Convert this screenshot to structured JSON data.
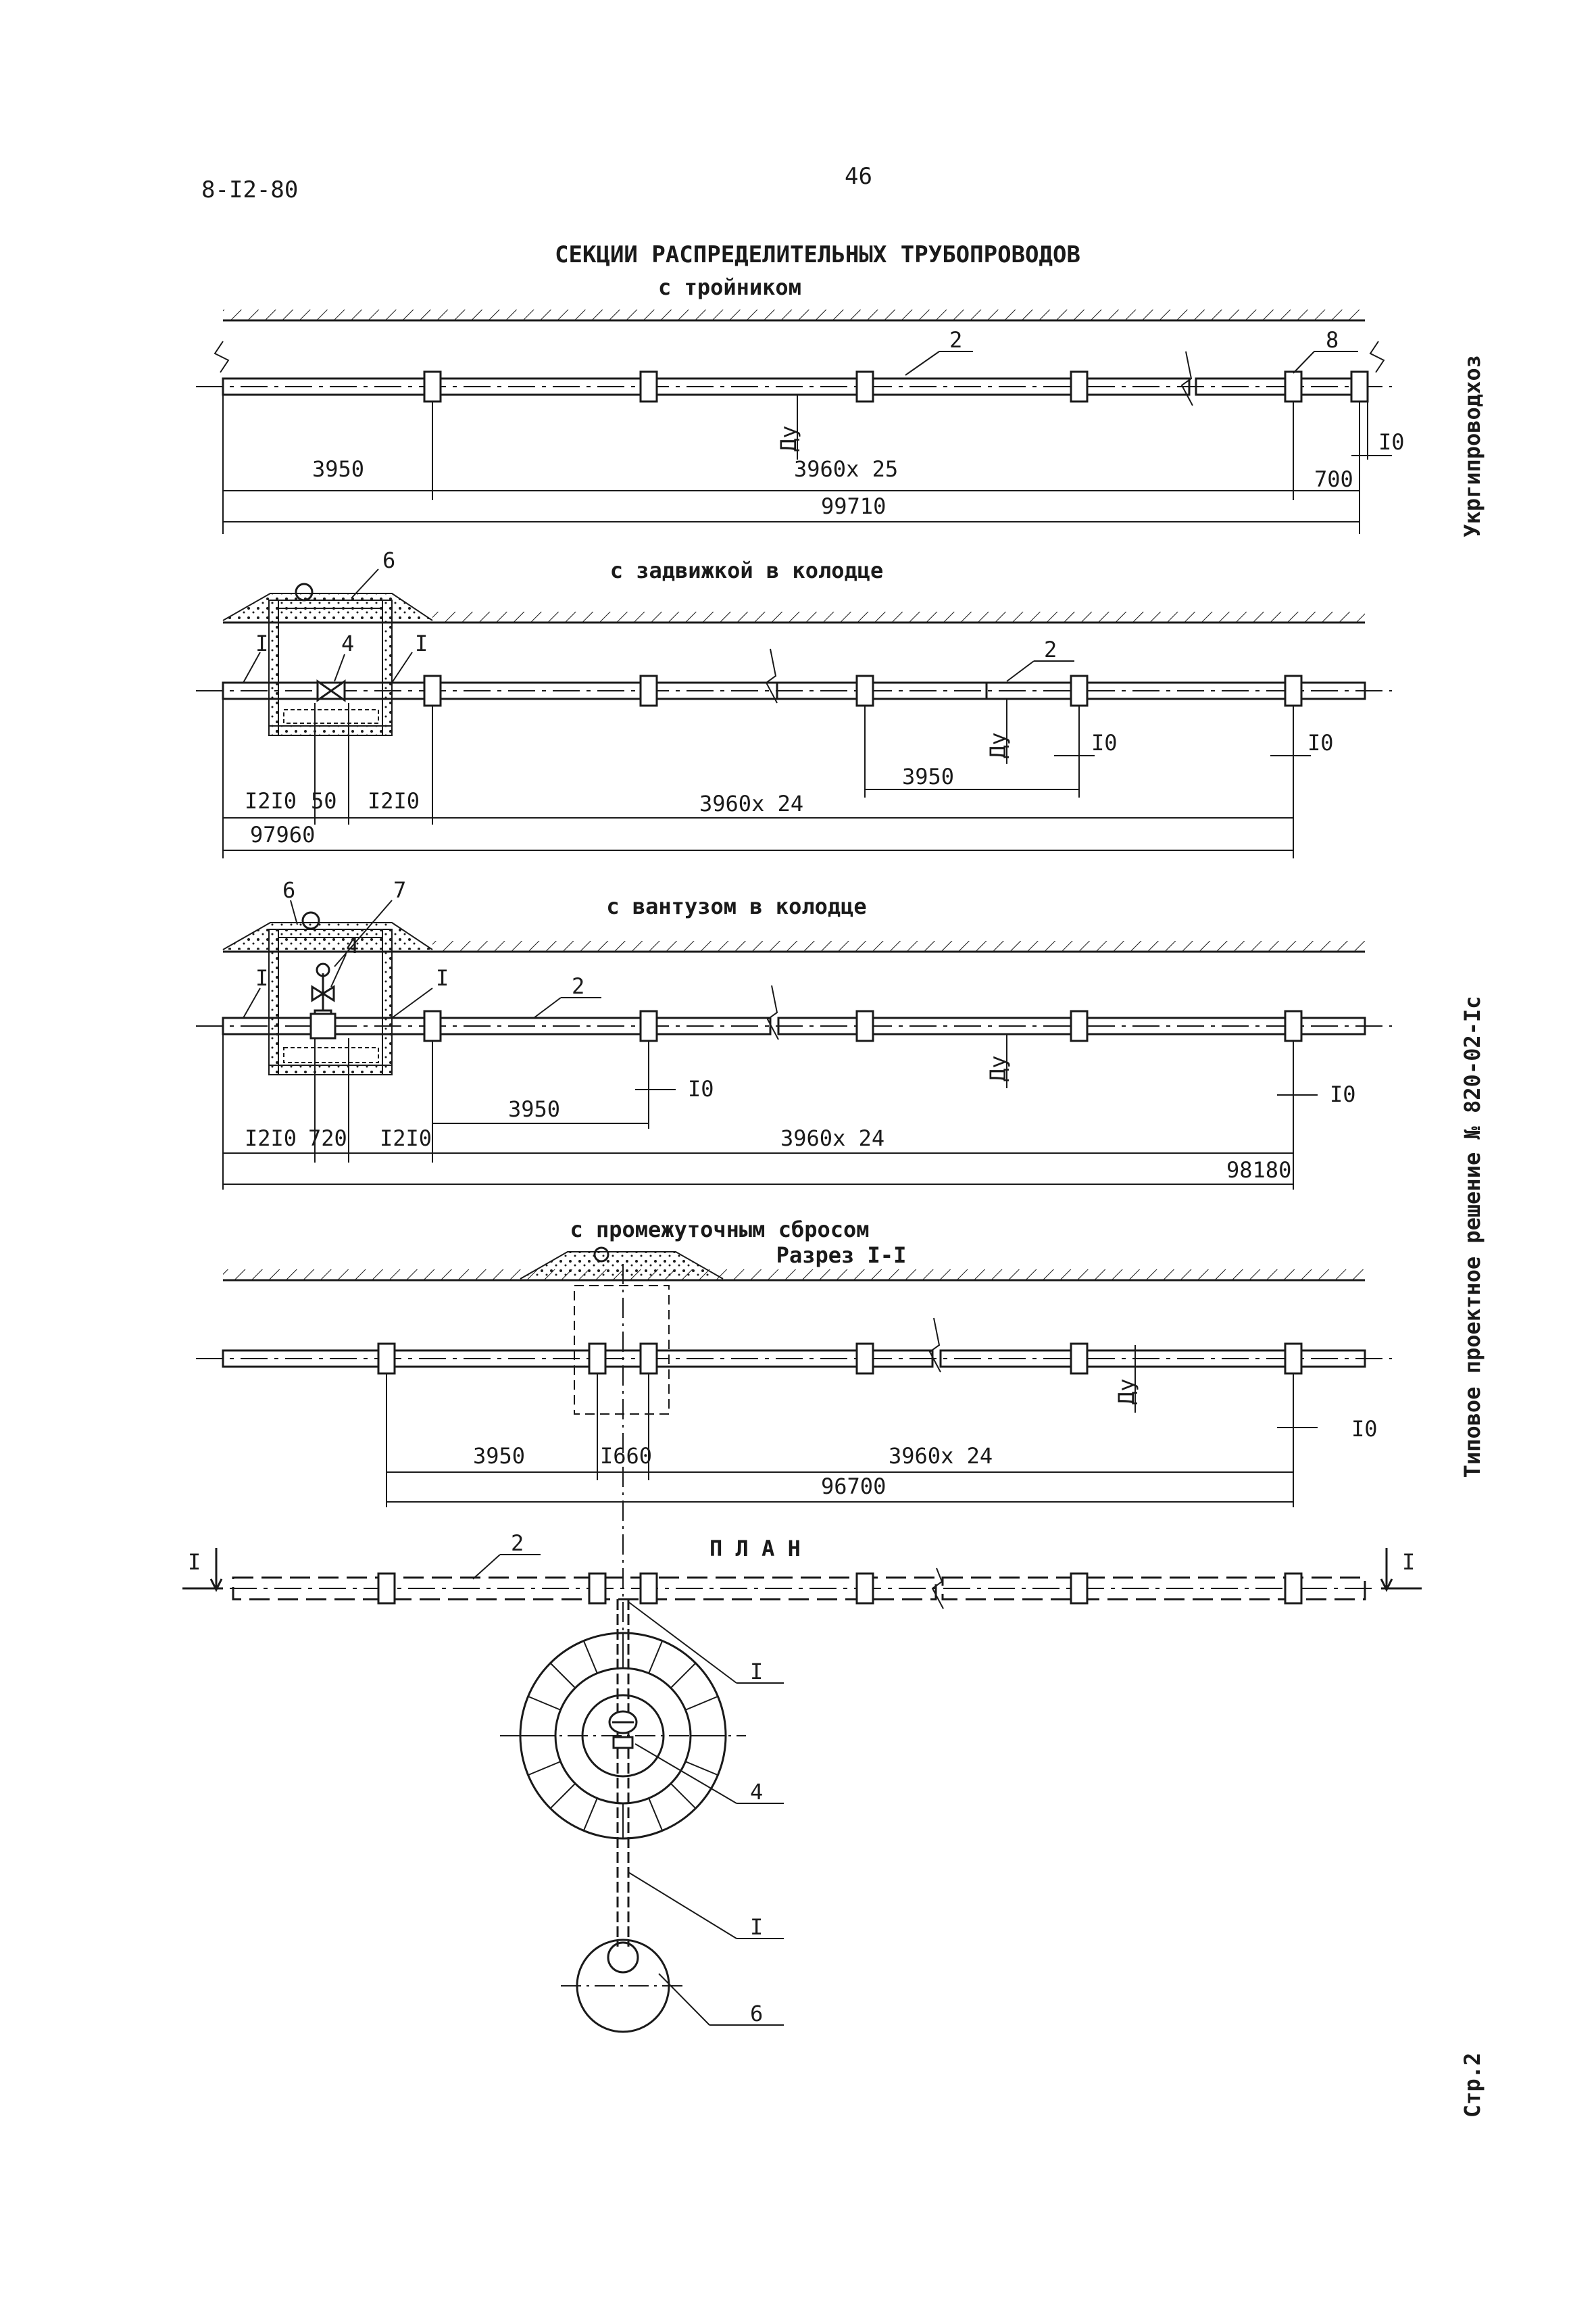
{
  "header": {
    "doc_code": "8-I2-80",
    "page_number": "46"
  },
  "title": {
    "main": "СЕКЦИИ РАСПРЕДЕЛИТЕЛЬНЫХ ТРУБОПРОВОДОВ",
    "sub": "с тройником"
  },
  "sections": {
    "tee": {
      "callouts": [
        "2",
        "8"
      ],
      "du": "Ду",
      "dims": {
        "first": "3950",
        "mid": "3960х 25",
        "end": "700",
        "gap": "I0",
        "total": "99710"
      }
    },
    "valve": {
      "title": "с задвижкой в колодце",
      "callouts": [
        "6",
        "I",
        "4",
        "I",
        "2"
      ],
      "du": "Ду",
      "dims": {
        "left": "I2I0",
        "small": "50",
        "right": "I2I0",
        "span": "3950",
        "gap1": "I0",
        "gap2": "I0",
        "mid": "3960х 24",
        "total": "97960"
      }
    },
    "air": {
      "title": "с вантузом в колодце",
      "callouts": [
        "6",
        "7",
        "4",
        "I",
        "I",
        "2"
      ],
      "du": "Ду",
      "dims": {
        "left": "I2I0",
        "small": "720",
        "right": "I2I0",
        "span": "3950",
        "gap1": "I0",
        "gap2": "I0",
        "mid": "3960х 24",
        "total": "98180"
      }
    },
    "drain": {
      "title": "с промежуточным сбросом",
      "subtitle": "Разрез I-I",
      "du": "Ду",
      "dims": {
        "span": "3950",
        "mid_gap": "I660",
        "mid": "3960х 24",
        "gap": "I0",
        "total": "96700"
      }
    },
    "plan": {
      "title": "П Л А Н",
      "cut_left": "I",
      "cut_right": "I",
      "callouts": [
        "2",
        "I",
        "4",
        "I",
        "6"
      ]
    }
  },
  "side": {
    "org": "Укргипроводхоз",
    "project": "Типовое проектное решение № 820-02-Iс",
    "sheet": "Стр.2"
  }
}
